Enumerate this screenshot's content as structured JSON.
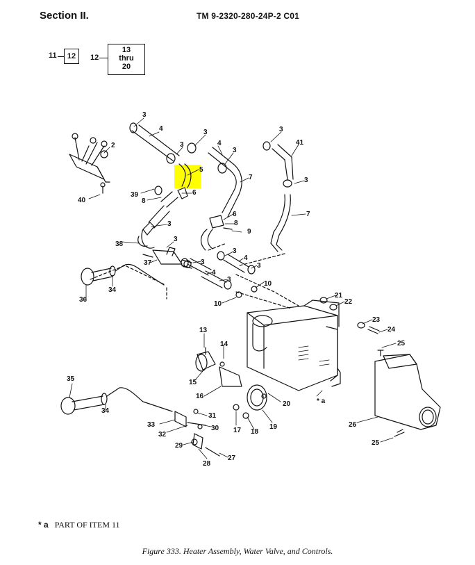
{
  "header": {
    "section": "Section II.",
    "tm_number": "TM 9-2320-280-24P-2  C01"
  },
  "reference_block": {
    "ref11": "11",
    "box11": "12",
    "ref12": "12",
    "box12_lines": [
      "13",
      "thru",
      "20"
    ]
  },
  "callouts": {
    "c1": "3",
    "c2": "2",
    "c3": "40",
    "c4": "4",
    "c5": "3",
    "c6": "5",
    "c7": "6",
    "c8": "39",
    "c9": "8",
    "c10": "3",
    "c11": "4",
    "c12": "3",
    "c13": "7",
    "c14": "3",
    "c15": "41",
    "c16": "3",
    "c17": "7",
    "c18": "3",
    "c19": "6",
    "c20": "8",
    "c21": "9",
    "c22": "38",
    "c23": "3",
    "c24": "37",
    "c25": "3",
    "c26": "4",
    "c27": "3",
    "c28": "4",
    "c29": "3",
    "c30": "3",
    "c31": "10",
    "c32": "10",
    "c33": "36",
    "c34": "34",
    "c35": "21",
    "c36": "22",
    "c37": "23",
    "c38": "24",
    "c39": "25",
    "c40": "13",
    "c41": "14",
    "c42": "15",
    "c43": "16",
    "c44": "20",
    "c45": "19",
    "c46": "17",
    "c47": "18",
    "c48": "26",
    "c49": "25",
    "c50": "35",
    "c51": "34",
    "c52": "31",
    "c53": "33",
    "c54": "30",
    "c55": "32",
    "c56": "29",
    "c57": "27",
    "c58": "28",
    "c59": "* a"
  },
  "highlight_color": "#ffff00",
  "footnote": {
    "marker": "* a",
    "text": "PART OF ITEM 11"
  },
  "caption": "Figure 333.  Heater Assembly, Water Valve, and Controls."
}
